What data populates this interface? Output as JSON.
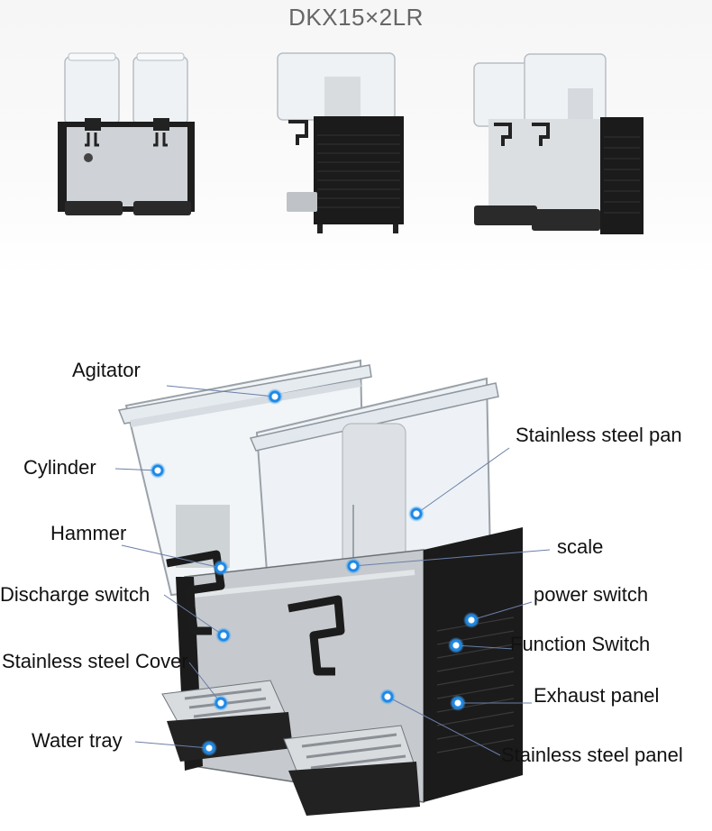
{
  "header": {
    "model": "DKX15×2LR"
  },
  "views": [
    {
      "name": "front-view"
    },
    {
      "name": "side-view"
    },
    {
      "name": "angle-view"
    }
  ],
  "callouts": {
    "agitator": "Agitator",
    "cylinder": "Cylinder",
    "hammer": "Hammer",
    "discharge_switch": "Discharge switch",
    "stainless_steel_cover": "Stainless steel Cover",
    "water_tray": "Water tray",
    "stainless_steel_pan": "Stainless steel pan",
    "scale": "scale",
    "power_switch": "power switch",
    "function_switch": "Function Switch",
    "exhaust_panel": "Exhaust panel",
    "stainless_steel_panel": "Stainless steel panel"
  },
  "colors": {
    "marker": "#1e88e5",
    "body_dark": "#1c1c1c",
    "steel": "#c9ccd0",
    "tank": "#e9eef3"
  }
}
